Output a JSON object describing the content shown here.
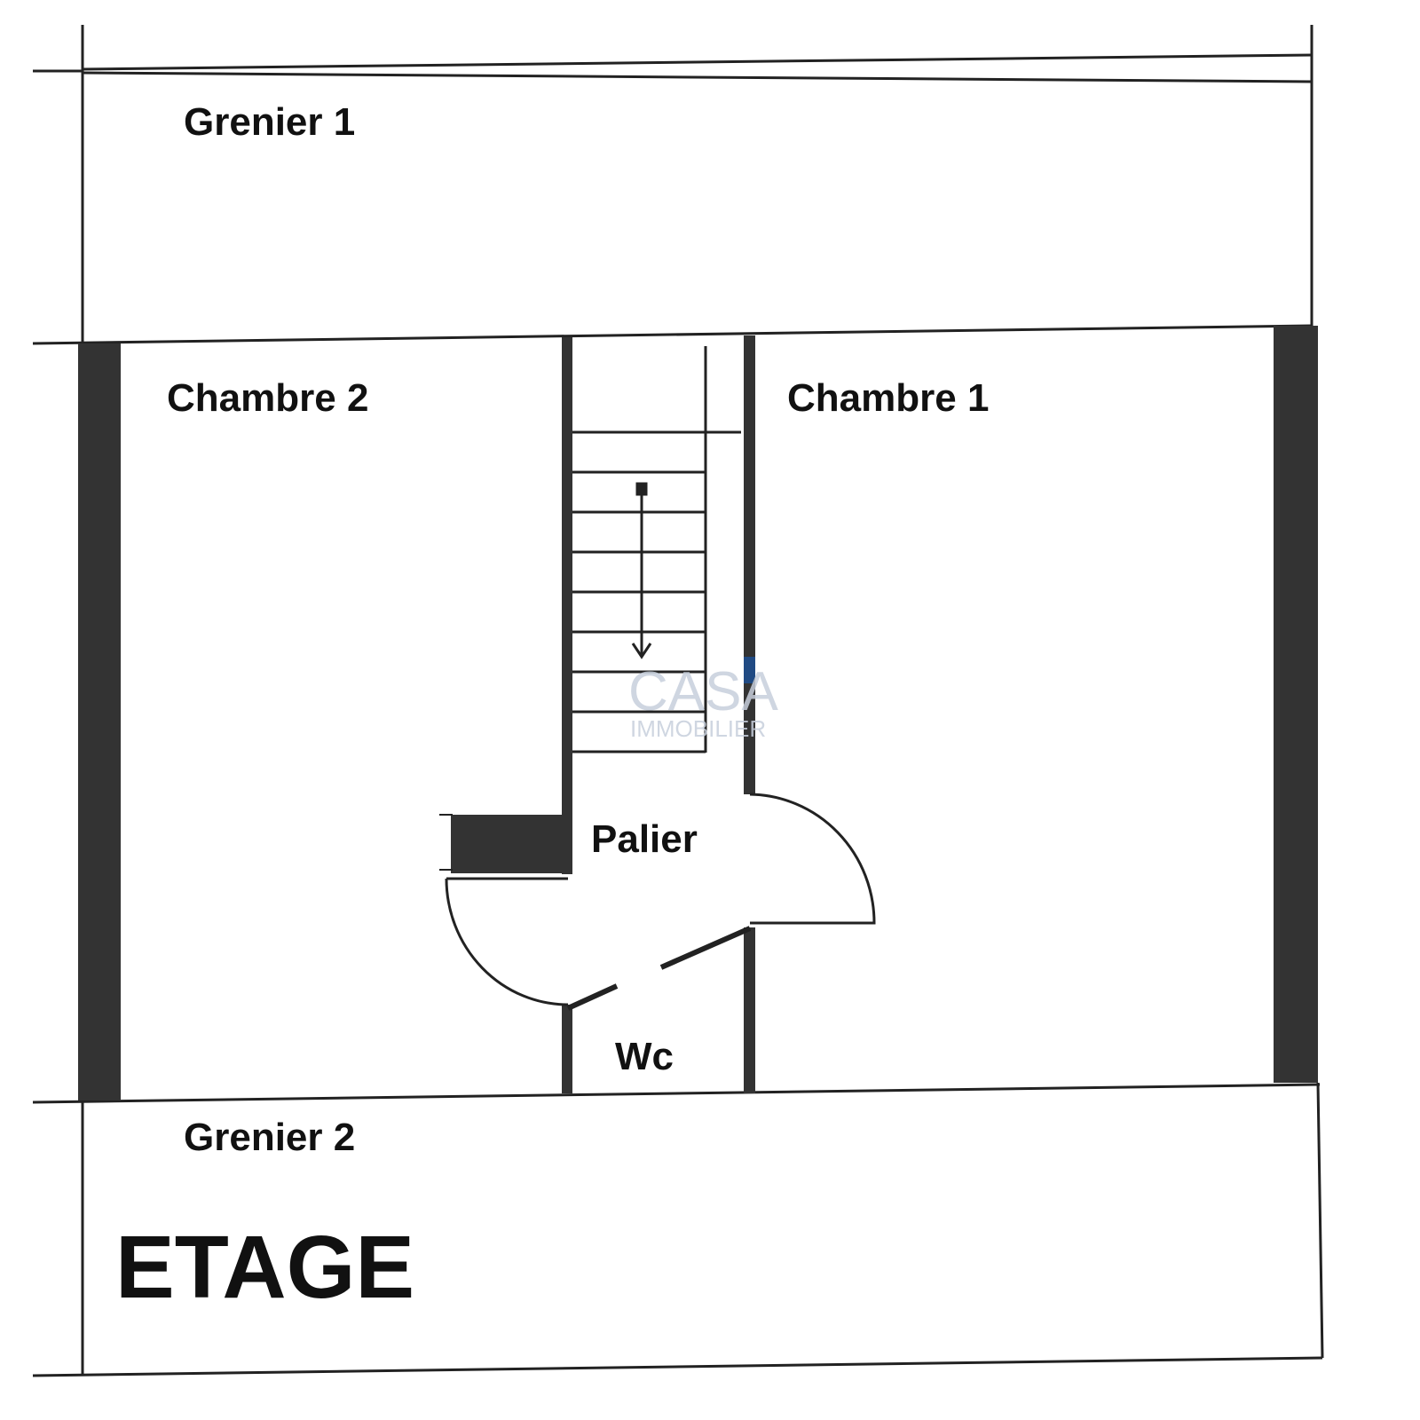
{
  "floor_title": "ETAGE",
  "rooms": {
    "grenier1": "Grenier 1",
    "chambre2": "Chambre 2",
    "chambre1": "Chambre 1",
    "palier": "Palier",
    "wc": "Wc",
    "grenier2": "Grenier 2"
  },
  "watermark": {
    "line1": "CASA",
    "line2": "IMMOBILIER"
  },
  "colors": {
    "wall": "#333333",
    "line": "#222222",
    "watermark": "#c7cfdc",
    "watermark_accent": "#1d4f91"
  }
}
